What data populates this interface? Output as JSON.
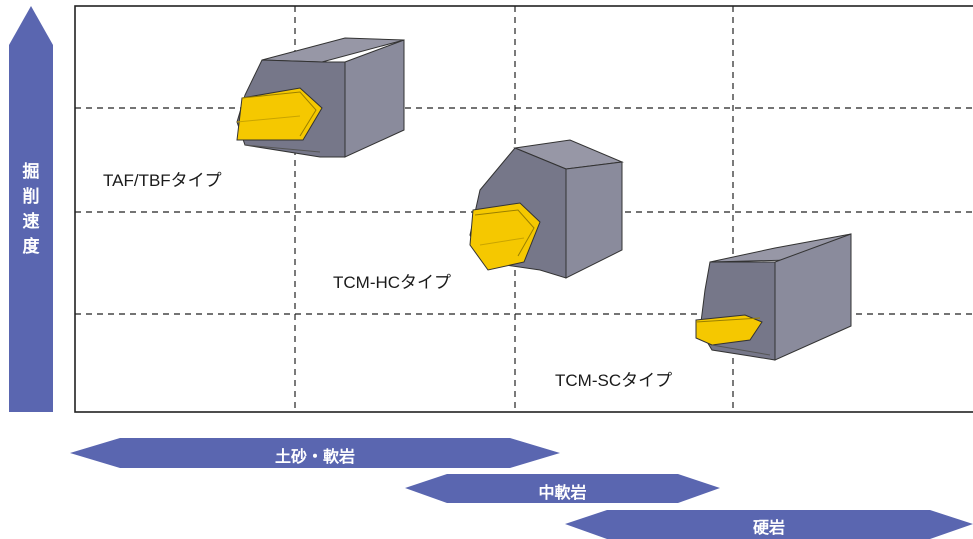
{
  "y_axis": {
    "label_chars": [
      "掘",
      "削",
      "速",
      "度"
    ],
    "color": "#5a66b0"
  },
  "grid": {
    "style": "dashed",
    "border_color": "#222222"
  },
  "tools": [
    {
      "name": "TAF/TBFタイプ",
      "body_color": "#7a7b8f",
      "tip_color": "#f5c800"
    },
    {
      "name": "TCM-HCタイプ",
      "body_color": "#7a7b8f",
      "tip_color": "#f5c800"
    },
    {
      "name": "TCM-SCタイプ",
      "body_color": "#7a7b8f",
      "tip_color": "#f5c800"
    }
  ],
  "rock_ranges": [
    {
      "label": "土砂・軟岩"
    },
    {
      "label": "中軟岩"
    },
    {
      "label": "硬岩"
    }
  ],
  "colors": {
    "accent": "#5a66b0",
    "tip": "#f5c800",
    "body": "#7a7b8f"
  }
}
